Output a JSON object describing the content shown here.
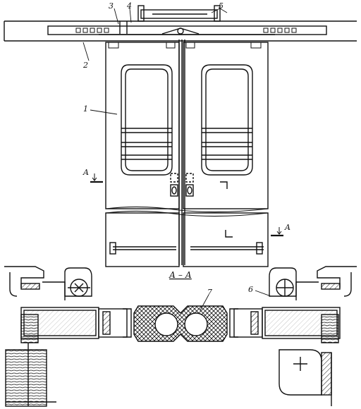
{
  "figure": {
    "callouts": {
      "door_leaf": "1",
      "rail_beam": "2",
      "part_3": "3",
      "part_4": "4",
      "part_5": "5",
      "roller": "6",
      "seal": "7"
    },
    "section_marks": {
      "left": "A",
      "right": "A"
    },
    "section_title": "А – А"
  },
  "colors": {
    "ink": "#111111",
    "paper": "#ffffff"
  }
}
